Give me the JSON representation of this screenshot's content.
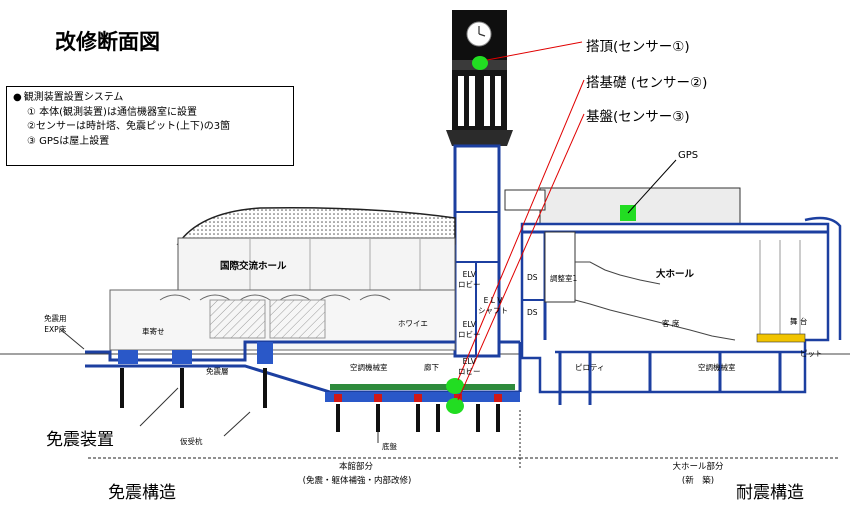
{
  "title": "改修断面図",
  "legend": {
    "heading": "観測装置設置システム",
    "items": [
      "① 本体(観測装置)は通信機器室に設置",
      "②センサーは時計塔、免震ピット(上下)の3箇",
      "③ GPSは屋上設置"
    ]
  },
  "callouts": {
    "sensor1": "搭頂(センサー①)",
    "sensor2": "搭基礎 (センサー②)",
    "sensor3": "基盤(センサー③)",
    "gps": "GPS"
  },
  "rooms": {
    "international_hall": "国際交流ホール",
    "elv_lobby_upper": "ELV\nロビー",
    "elv_shaft": "E L V\nシャフト",
    "elv_lobby_mid": "ELV\nロビー",
    "elv_lobby_low": "ELV\nロビー",
    "ds1": "DS",
    "ds2": "DS",
    "control_room": "調整室1",
    "great_hall": "大ホール",
    "audience": "客 席",
    "stage": "舞 台",
    "pit": "ピット",
    "car_porch": "車寄せ",
    "foyer": "ホワイエ",
    "ac_room1": "空調機械室",
    "corridor": "廊下",
    "pilotis": "ピロティ",
    "ac_room2": "空調機械室",
    "iso_exp": "免震用\nEXP床",
    "iso_layer": "免震層",
    "temp_pile": "仮受杭",
    "foundation": "底盤"
  },
  "labels": {
    "isolation_device": "免震装置",
    "main_part": "本館部分",
    "main_part_note": "(免震・躯体補強・内部改修)",
    "hall_part": "大ホール部分",
    "hall_part_note": "(新　築)",
    "seismic_isolation": "免震構造",
    "earthquake_resistant": "耐震構造"
  },
  "colors": {
    "structure": "#1c3fa0",
    "sensor": "#22dd22",
    "callout_line": "#e00000",
    "isolator": "#2a58c8",
    "damper_red": "#d01818",
    "stage_yellow": "#f2c400",
    "dark": "#101010"
  }
}
